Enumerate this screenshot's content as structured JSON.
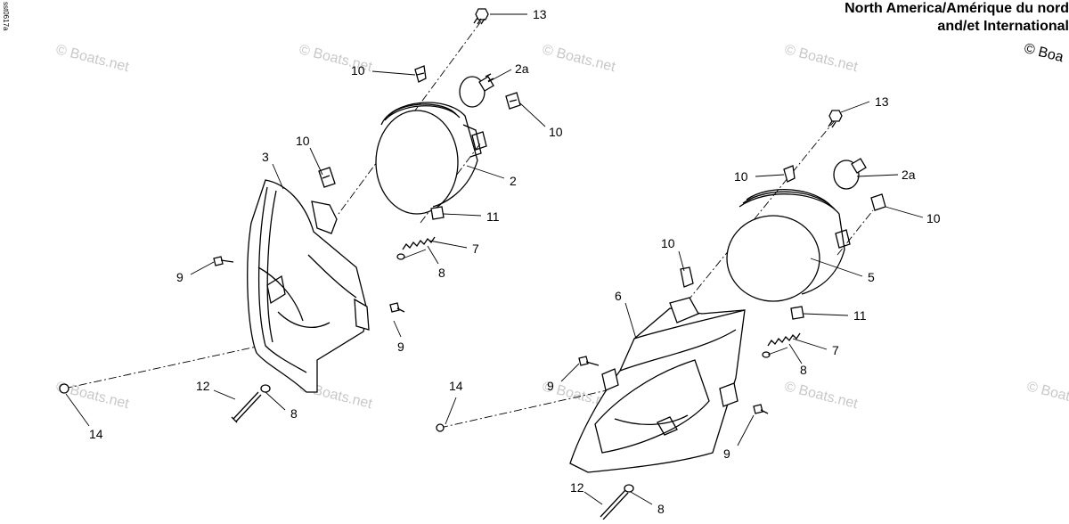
{
  "header": {
    "line1": "North America/Amérique du nord",
    "line2": "and/et International",
    "copyright": "© Boa",
    "drawing_code": "sst0617a"
  },
  "watermark": "© Boats.net",
  "callouts": [
    "13",
    "10",
    "2a",
    "10",
    "2",
    "3",
    "10",
    "11",
    "7",
    "8",
    "9",
    "9",
    "12",
    "8",
    "14",
    "13",
    "10",
    "2a",
    "10",
    "5",
    "10",
    "6",
    "11",
    "7",
    "8",
    "9",
    "14",
    "9",
    "12",
    "8"
  ]
}
